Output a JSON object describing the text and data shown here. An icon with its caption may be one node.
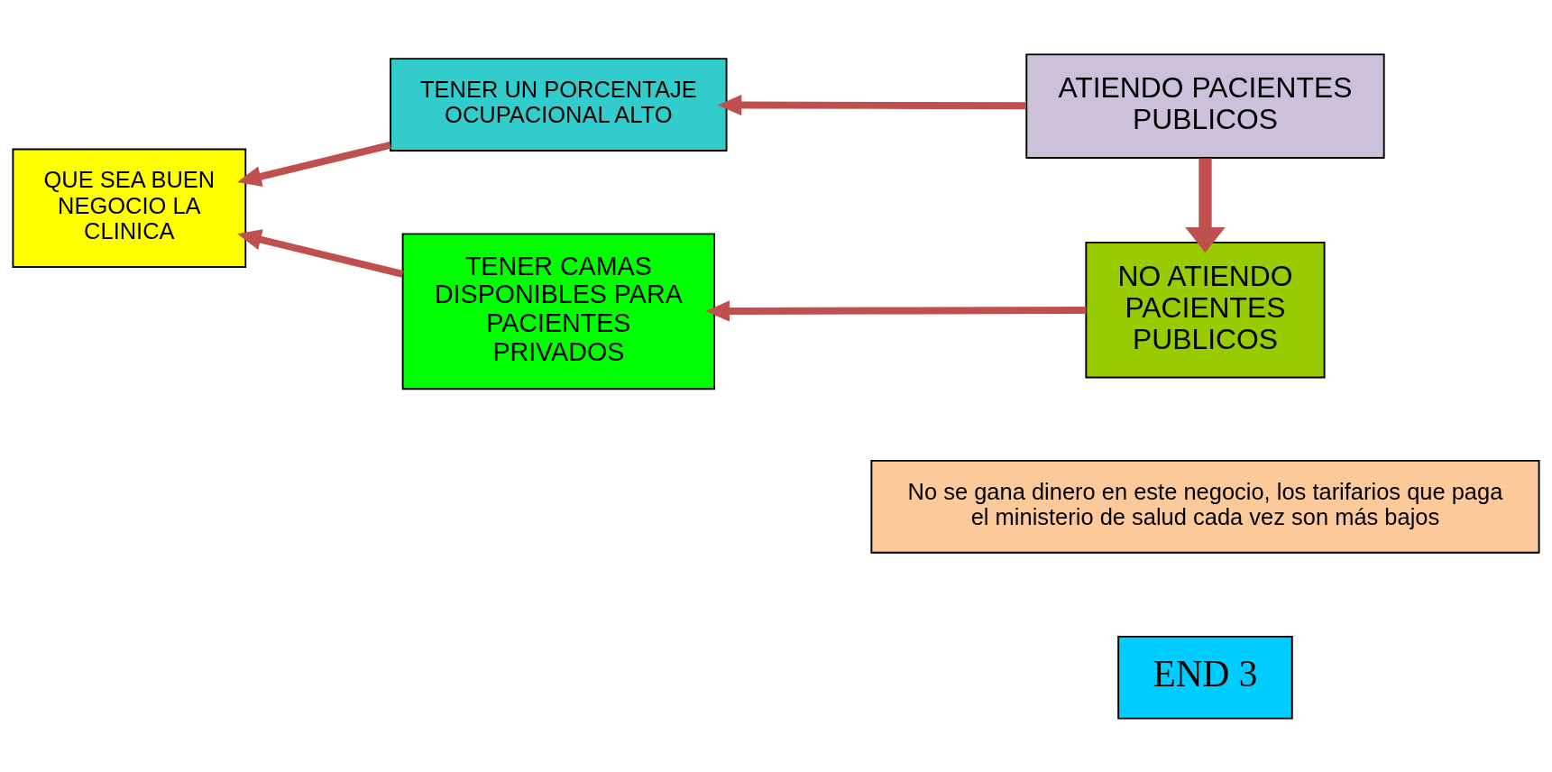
{
  "diagram": {
    "nodes": [
      {
        "text": [
          "END 3"
        ]
      },
      {
        "text": [
          "No se gana dinero en este negocio, los tarifarios que paga el ministerio de salud cada vez son más bajos"
        ]
      },
      {
        "text": [
          "TENER UN PORCENTAJE OCUPACIONAL ALTO"
        ]
      },
      {
        "text": [
          "ATIENDO PACIENTES PUBLICOS"
        ]
      },
      {
        "text": [
          "QUE SEA BUEN NEGOCIO LA CLINICA"
        ]
      },
      {
        "text": [
          "TENER CAMAS DISPONIBLES PARA PACIENTES PRIVADOS"
        ]
      },
      {
        "text": [
          "NO ATIENDO PACIENTES PUBLICOS"
        ]
      }
    ],
    "edges": [
      {
        "from": 3,
        "to": 2,
        "arrow": "to"
      },
      {
        "from": 2,
        "to": 4,
        "arrow": "to"
      },
      {
        "from": 3,
        "to": 6,
        "arrow": "to",
        "style": "thick"
      },
      {
        "from": 6,
        "to": 5,
        "arrow": "to"
      },
      {
        "from": 5,
        "to": 4,
        "arrow": "to"
      }
    ]
  }
}
